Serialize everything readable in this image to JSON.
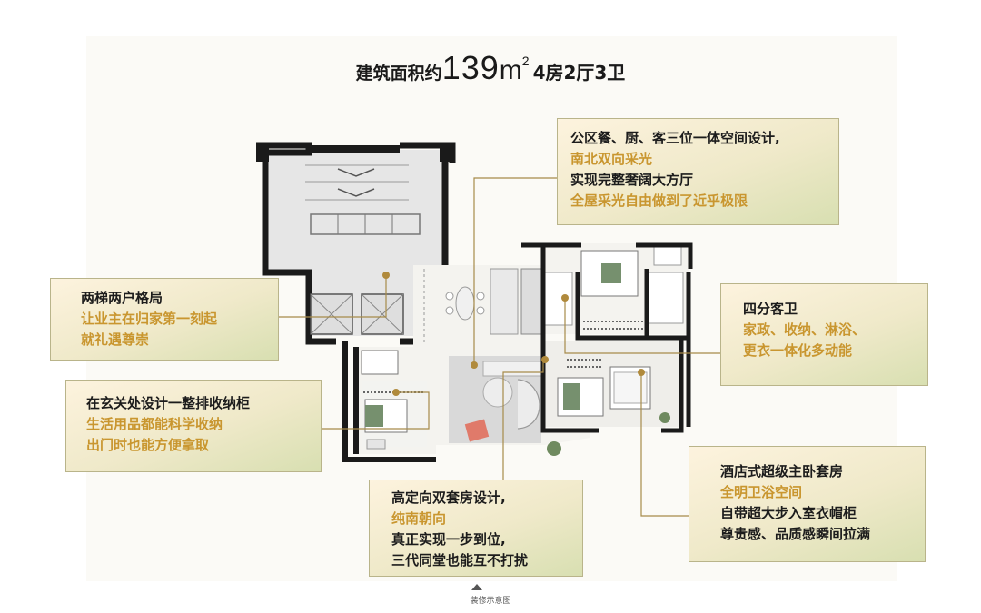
{
  "title": {
    "prefix": "建筑面积约",
    "area_number": "139",
    "area_unit": "m",
    "area_unit_sup": "2",
    "layout": "4房2厅3卫"
  },
  "callouts": {
    "public_space": {
      "lines": [
        "公区餐、厨、客三位一体空间设计,",
        "南北双向采光",
        "实现完整奢阔大方厅",
        "全屋采光自由做到了近乎极限"
      ]
    },
    "elevator": {
      "lines": [
        "两梯两户格局",
        "让业主在归家第一刻起",
        "就礼遇尊崇"
      ]
    },
    "bathroom": {
      "lines": [
        "四分客卫",
        "家政、收纳、淋浴、",
        "更衣一体化多动能"
      ]
    },
    "entrance": {
      "lines": [
        "在玄关处设计一整排收纳柜",
        "生活用品都能科学收纳",
        "出门时也能方便拿取"
      ]
    },
    "master": {
      "lines": [
        "酒店式超级主卧套房",
        "全明卫浴空间",
        "自带超大步入室衣帽柜",
        "尊贵感、品质感瞬间拉满"
      ]
    },
    "suite": {
      "lines": [
        "高定向双套房设计,",
        "纯南朝向",
        "真正实现一步到位,",
        "三代同堂也能互不打扰"
      ]
    }
  },
  "footer": {
    "caption": "装修示意图"
  },
  "colors": {
    "accent_orange": "#c9962f",
    "wall": "#1a1a1a",
    "leader": "#b08a3c"
  }
}
